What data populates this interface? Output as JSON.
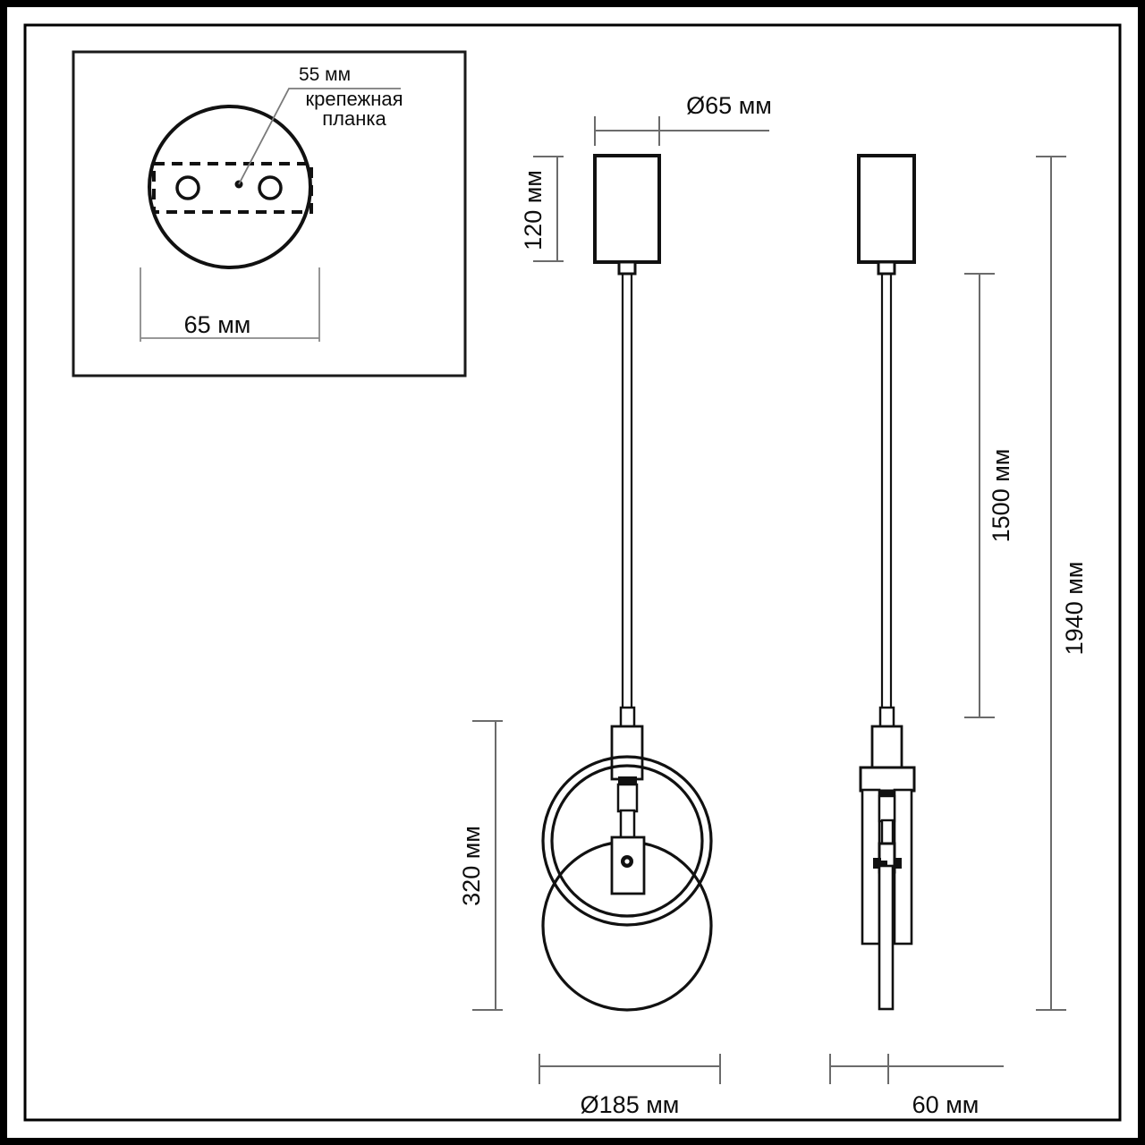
{
  "drawing": {
    "title": "Pendant lamp technical dimension drawing",
    "units_suffix": "мм",
    "line_color": "#111111",
    "dim_line_color": "#6b6b6b",
    "background": "#ffffff",
    "frame_color": "#000000"
  },
  "inset_top_view": {
    "name": "ceiling-mount-top-view",
    "callout_label": "55 мм",
    "callout_note_line1": "крепежная",
    "callout_note_line2": "планка",
    "width_dimension": "65 мм",
    "mount_hole_count": 2
  },
  "front_view": {
    "name": "front-elevation",
    "canopy_diameter": "Ø65 мм",
    "canopy_height": "120 мм",
    "shade_height": "320 мм",
    "shade_diameter": "Ø185 мм"
  },
  "side_view": {
    "name": "side-elevation",
    "suspension_length": "1500 мм",
    "total_height": "1940 мм",
    "depth": "60 мм"
  },
  "labels": {
    "d65": "Ø65 мм",
    "h120": "120 мм",
    "h320": "320 мм",
    "d185": "Ø185 мм",
    "l1500": "1500 мм",
    "l1940": "1940 мм",
    "w60": "60 мм",
    "w65": "65 мм",
    "c55": "55 мм",
    "note1": "крепежная",
    "note2": "планка"
  }
}
